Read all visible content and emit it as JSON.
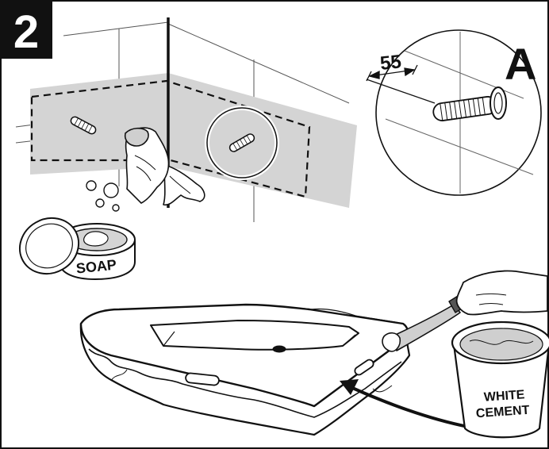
{
  "step_number": "2",
  "detail": {
    "dimension": "55",
    "marker": "A"
  },
  "soap_label": "SOAP",
  "cement_label": {
    "line1": "WHITE",
    "line2": "CEMENT"
  },
  "colors": {
    "ink": "#111111",
    "wall_shade": "#d4d4d4",
    "cement_fill": "#cfcfcf",
    "background": "#ffffff"
  }
}
